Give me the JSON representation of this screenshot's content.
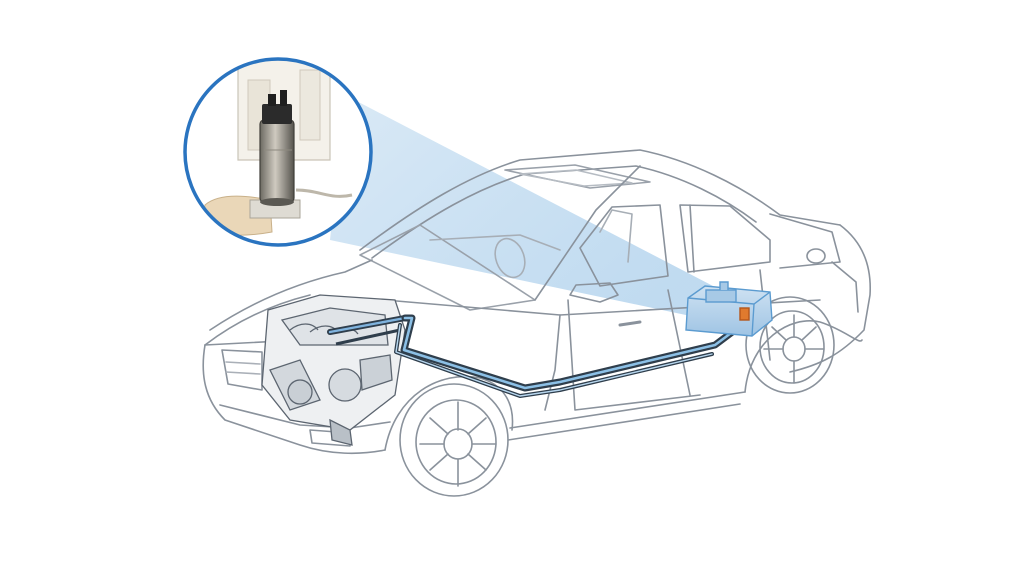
{
  "diagram": {
    "subject": "fuel-system-cutaway",
    "components": [
      {
        "id": "fuel-pump",
        "icon": "fuel-pump-icon"
      },
      {
        "id": "fuel-tank",
        "icon": "fuel-tank-icon"
      },
      {
        "id": "fuel-line",
        "icon": "fuel-line-icon"
      },
      {
        "id": "engine",
        "icon": "engine-icon"
      },
      {
        "id": "fuel-rail",
        "icon": "fuel-rail-icon"
      }
    ],
    "colors": {
      "background": "#ffffff",
      "outline": "#8a929c",
      "outline_dark": "#5c6570",
      "highlight": "#b9d8ef",
      "highlight_edge": "#5b9bd0",
      "fuel_line": "#2f3e4c",
      "callout_ring": "#2a74c0",
      "accent_orange": "#e07a2e"
    }
  }
}
